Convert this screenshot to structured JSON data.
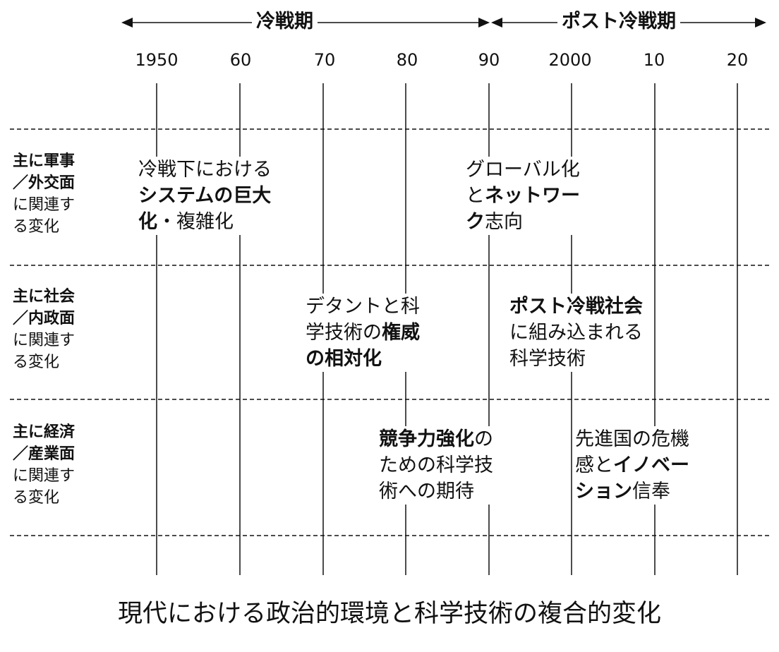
{
  "periods": {
    "cold_war": "冷戦期",
    "post_cold_war": "ポスト冷戦期"
  },
  "years": [
    "1950",
    "60",
    "70",
    "80",
    "90",
    "2000",
    "10",
    "20"
  ],
  "rows": [
    {
      "label_bold": "主に軍事／外交面",
      "label_bold_line1": "主に軍事",
      "label_bold_line2": "／外交面",
      "label_normal_line1": "に関連す",
      "label_normal_line2": "る変化"
    },
    {
      "label_bold_line1": "主に社会",
      "label_bold_line2": "／内政面",
      "label_normal_line1": "に関連す",
      "label_normal_line2": "る変化"
    },
    {
      "label_bold_line1": "主に経済",
      "label_bold_line2": "／産業面",
      "label_normal_line1": "に関連す",
      "label_normal_line2": "る変化"
    }
  ],
  "cells": {
    "military_cold": {
      "l1": "冷戦下における",
      "l2_bold": "システムの巨大",
      "l3_bold": "化",
      "l3_normal": "・複雑化"
    },
    "military_post": {
      "l1": "グローバル化",
      "l2_normal": "と",
      "l2_bold": "ネットワー",
      "l3_bold": "ク",
      "l3_normal": "志向"
    },
    "social_cold": {
      "l1": "デタントと科",
      "l2_normal": "学技術の",
      "l2_bold": "権威",
      "l3_bold": "の相対化"
    },
    "social_post": {
      "l1_bold": "ポスト冷戦社会",
      "l2": "に組み込まれる",
      "l3": "科学技術"
    },
    "economic_cold": {
      "l1_bold": "競争力強化",
      "l1_normal": "の",
      "l2": "ための科学技",
      "l3": "術への期待"
    },
    "economic_post": {
      "l1": "先進国の危機",
      "l2_normal": "感と",
      "l2_bold": "イノベー",
      "l3_bold": "ション",
      "l3_normal": "信奉"
    }
  },
  "caption": "現代における政治的環境と科学技術の複合的変化"
}
